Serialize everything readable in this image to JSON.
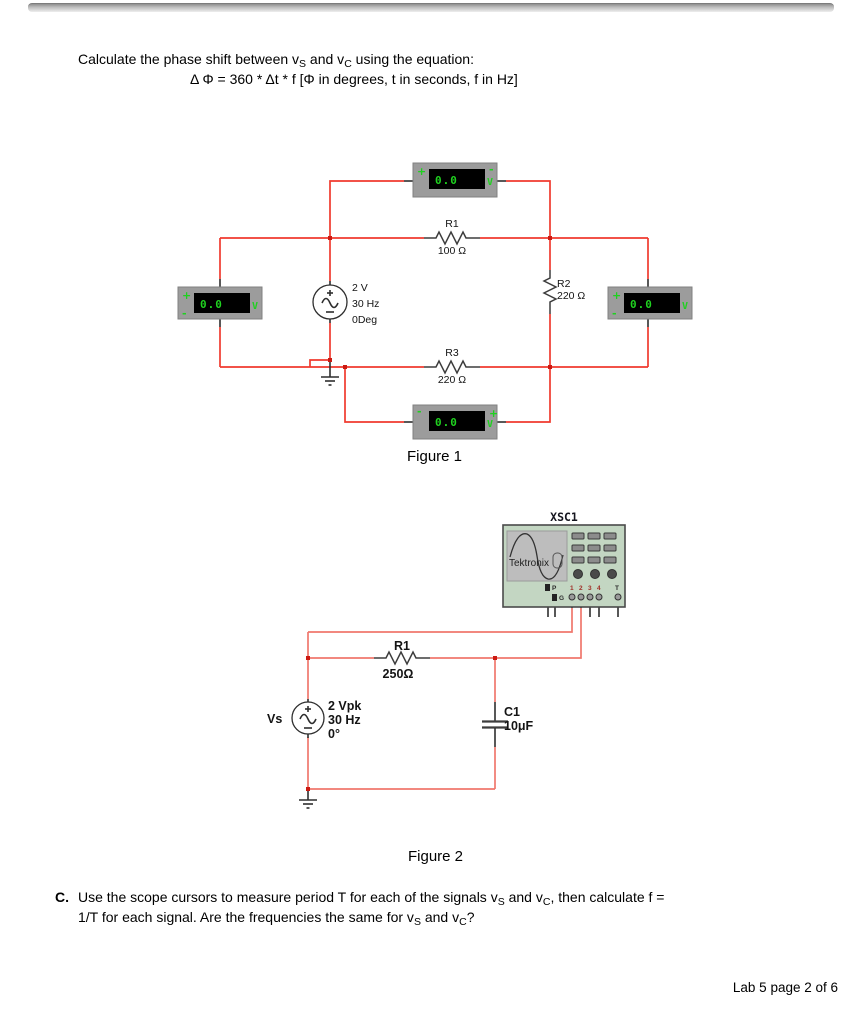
{
  "header": {
    "line1": {
      "pre": "Calculate the phase shift between v",
      "sub1": "S",
      "mid": " and v",
      "sub2": "C",
      "post": " using the equation:"
    },
    "equation": "Δ Φ = 360 * Δt * f [Φ in degrees, t in seconds, f in Hz]"
  },
  "figure1": {
    "caption": "Figure 1",
    "meter_top": {
      "value": "0.0",
      "unit": "V"
    },
    "meter_left": {
      "value": "0.0",
      "unit": "V"
    },
    "meter_right": {
      "value": "0.0",
      "unit": "V"
    },
    "meter_bottom": {
      "value": "0.0",
      "unit": "V"
    },
    "source": {
      "line1": "2 V",
      "line2": "30 Hz",
      "line3": "0Deg"
    },
    "r1": {
      "name": "R1",
      "value": "100 Ω"
    },
    "r2": {
      "name": "R2",
      "value": "220 Ω"
    },
    "r3": {
      "name": "R3",
      "value": "220 Ω"
    }
  },
  "figure2": {
    "caption": "Figure 2",
    "scope": {
      "id": "XSC1",
      "brand": "Tektronix",
      "probe": "P",
      "ground": "G",
      "t1": "1",
      "t2": "2",
      "t3": "3",
      "t4": "4",
      "trigger": "T"
    },
    "source": {
      "name": "Vs",
      "line1": "2 Vpk",
      "line2": "30 Hz",
      "line3": "0°"
    },
    "r1": {
      "name": "R1",
      "value": "250Ω"
    },
    "c1": {
      "name": "C1",
      "value": "10μF"
    }
  },
  "section_c": {
    "label": "C.",
    "line1": {
      "pre": "Use the scope cursors to measure period T for each of the signals v",
      "sub1": "S",
      "mid": " and v",
      "sub2": "C",
      "post": ", then calculate f ="
    },
    "line2": {
      "pre": "1/T for each signal. Are the frequencies the same for v",
      "sub1": "S",
      "mid": " and v",
      "sub2": "C",
      "post": "?"
    }
  },
  "footer": "Lab 5 page 2 of 6",
  "glyphs": {
    "plus": "+",
    "minus": "-"
  },
  "colors": {
    "wire_fig1": "#f03a2e",
    "wire_fig2": "#f0776d",
    "meter_green": "#1fd11f",
    "meter_body": "#9c9c9c",
    "scope_body": "#c3d6c2"
  }
}
